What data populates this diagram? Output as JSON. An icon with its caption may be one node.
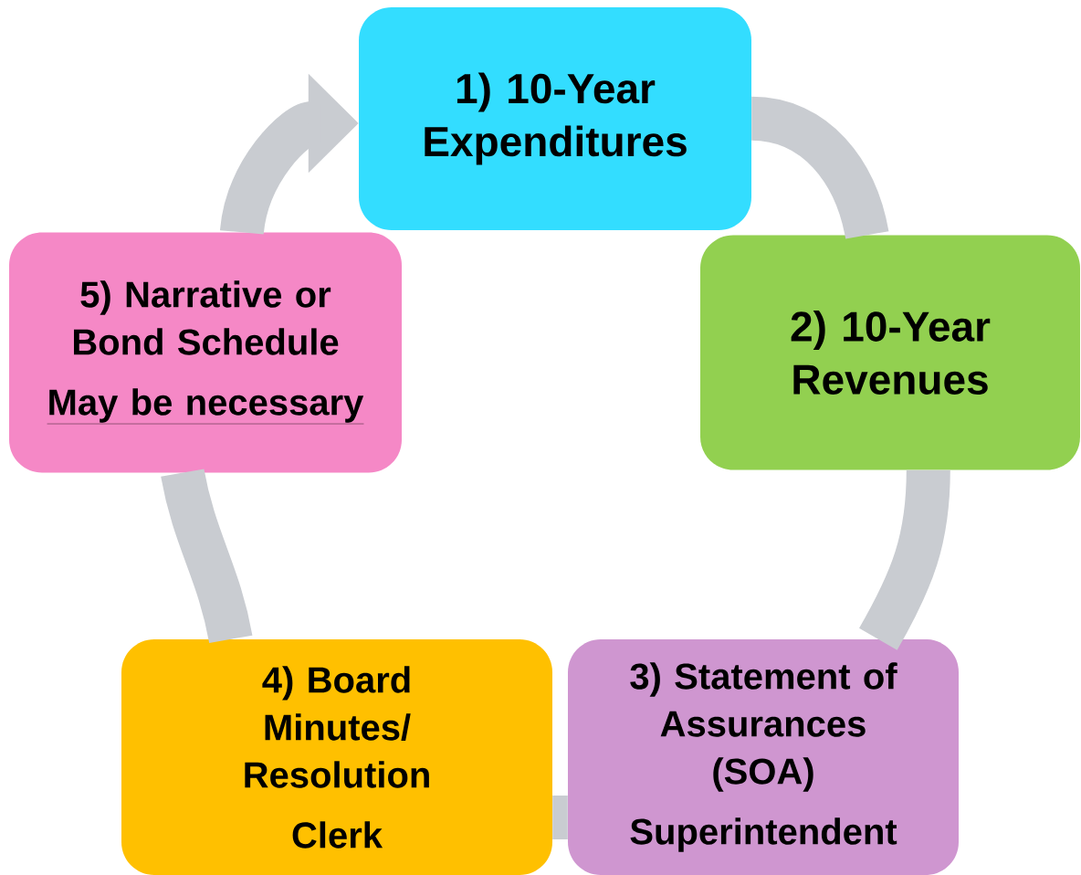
{
  "diagram": {
    "nodes": [
      {
        "text": [
          "1) 10-Year Expenditures"
        ]
      },
      {
        "text": [
          "2) 10-Year Revenues"
        ]
      },
      {
        "text": [
          "3) Statement of Assurances (SOA)",
          "Superintendent"
        ]
      },
      {
        "text": [
          "4) Board Minutes/ Resolution",
          "Clerk"
        ]
      },
      {
        "text": [
          "5) Narrative or Bond Schedule",
          "May be necessary"
        ]
      }
    ],
    "edges": [
      {
        "from": 0,
        "to": 1,
        "arrow": "none"
      },
      {
        "from": 1,
        "to": 2,
        "arrow": "none"
      },
      {
        "from": 2,
        "to": 3,
        "arrow": "none"
      },
      {
        "from": 3,
        "to": 4,
        "arrow": "none"
      },
      {
        "from": 4,
        "to": 0,
        "arrow": "to"
      }
    ]
  }
}
